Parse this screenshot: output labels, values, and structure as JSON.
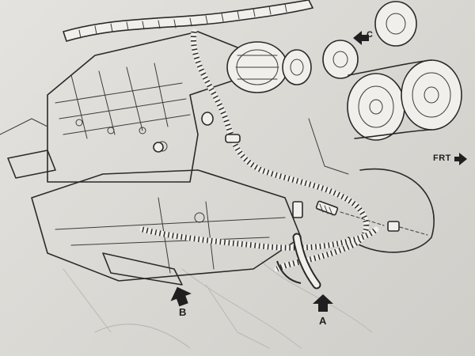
{
  "callouts": {
    "a": "A",
    "b": "B",
    "c": "C",
    "front": "FRT"
  },
  "colors": {
    "paper": "#e4e3df",
    "ink": "#2a2a2a",
    "hose_fill": "#f0efeb"
  },
  "icons": [
    "arrow-up-icon",
    "arrow-left-icon",
    "arrow-right-icon"
  ]
}
